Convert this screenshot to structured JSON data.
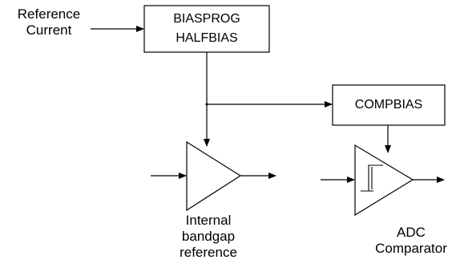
{
  "diagram": {
    "reference_current_line1": "Reference",
    "reference_current_line2": "Current",
    "biasprog_line1": "BIASPROG",
    "biasprog_line2": "HALFBIAS",
    "compbias": "COMPBIAS",
    "bandgap_line1": "Internal",
    "bandgap_line2": "bandgap",
    "bandgap_line3": "reference",
    "adc_line1": "ADC",
    "adc_line2": "Comparator"
  },
  "colors": {
    "stroke": "#000000",
    "background": "#ffffff"
  }
}
